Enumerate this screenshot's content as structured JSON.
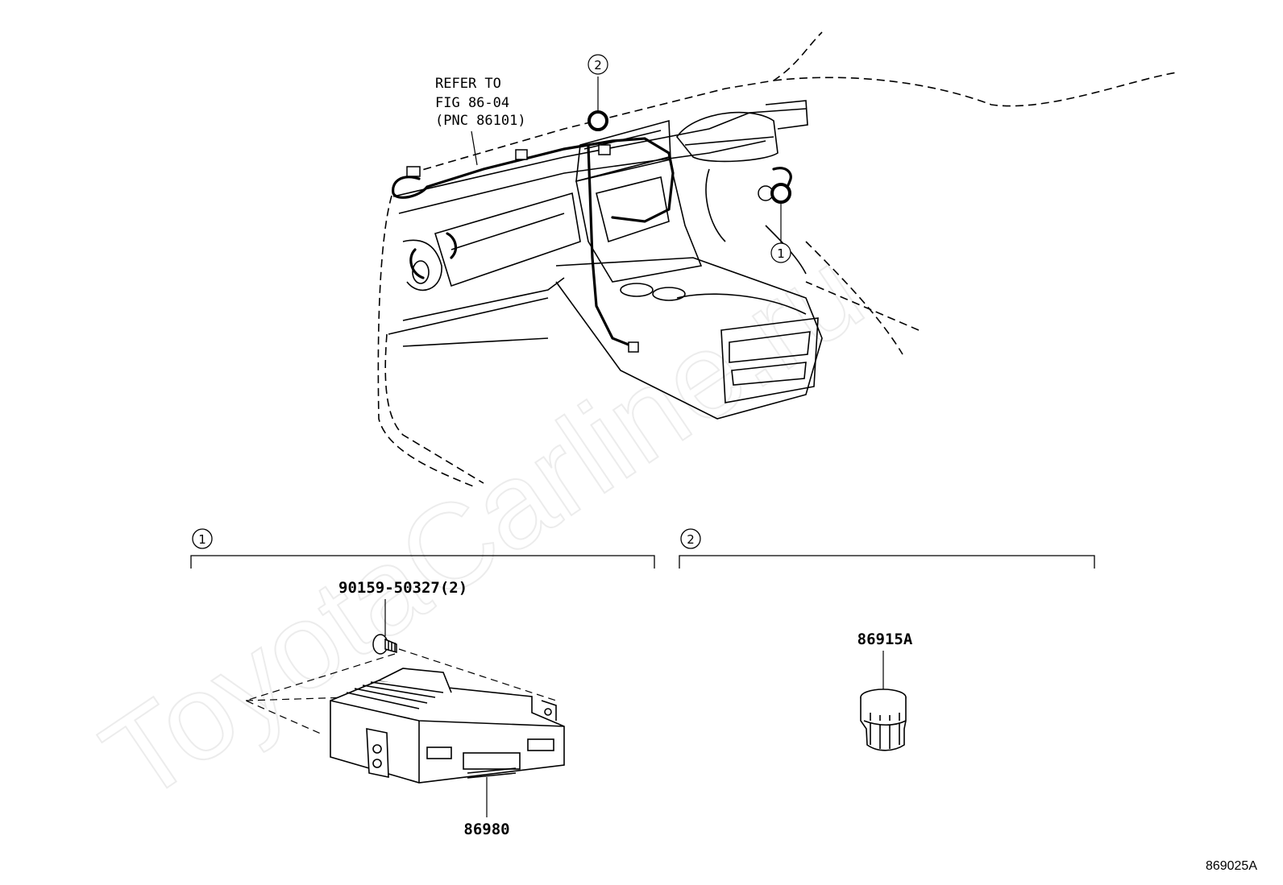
{
  "watermark": "ToyotaCarline.ru",
  "refer_note": [
    "REFER TO",
    "FIG 86-04",
    "(PNC 86101)"
  ],
  "callouts": {
    "one": "1",
    "two": "2"
  },
  "parts": {
    "bolt": "90159-50327(2)",
    "amplifier": "86980",
    "microphone": "86915A"
  },
  "figure_code": "869025A"
}
